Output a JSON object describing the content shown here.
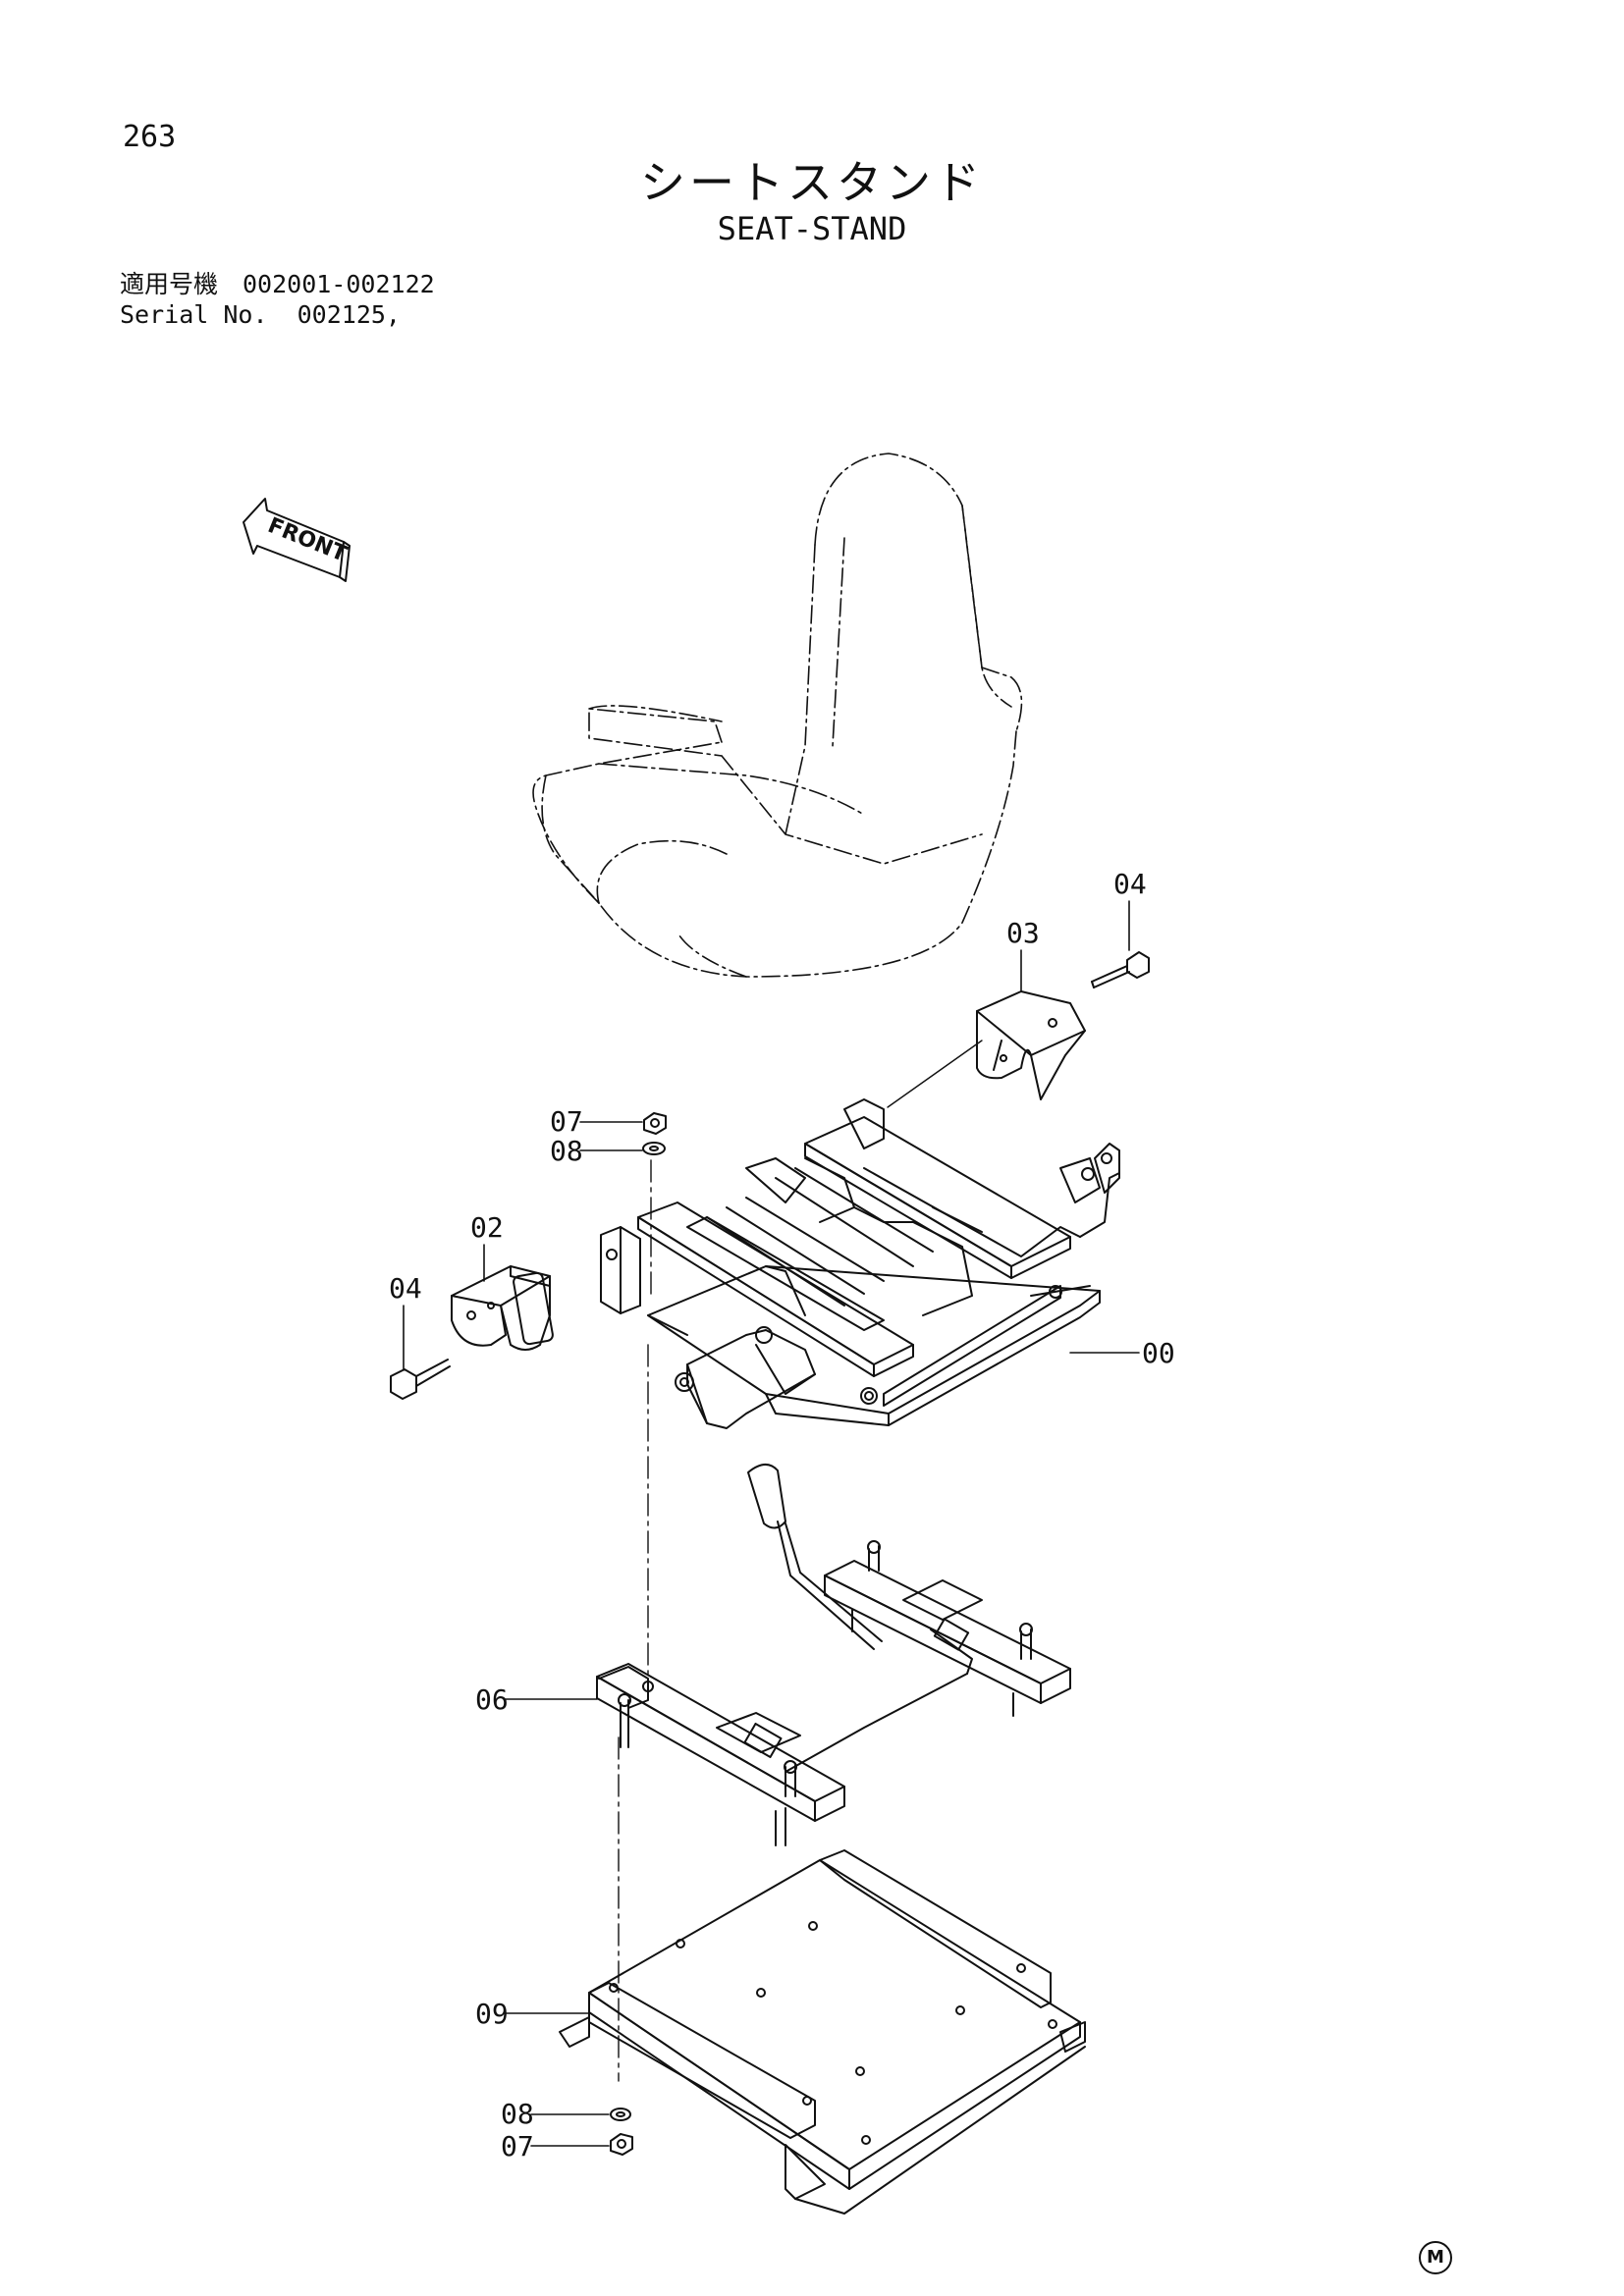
{
  "header": {
    "page_number": "263",
    "title_jp": "シートスタンド",
    "title_en": "SEAT-STAND",
    "serial_line1": "適用号機　002001-002122",
    "serial_line2": "Serial No.  002125,"
  },
  "front_arrow": {
    "label": "FRONT"
  },
  "callouts": {
    "c00": "00",
    "c02": "02",
    "c03": "03",
    "c04a": "04",
    "c04b": "04",
    "c06": "06",
    "c07a": "07",
    "c08a": "08",
    "c09": "09",
    "c08b": "08",
    "c07b": "07"
  },
  "footer": {
    "mark": "M"
  }
}
